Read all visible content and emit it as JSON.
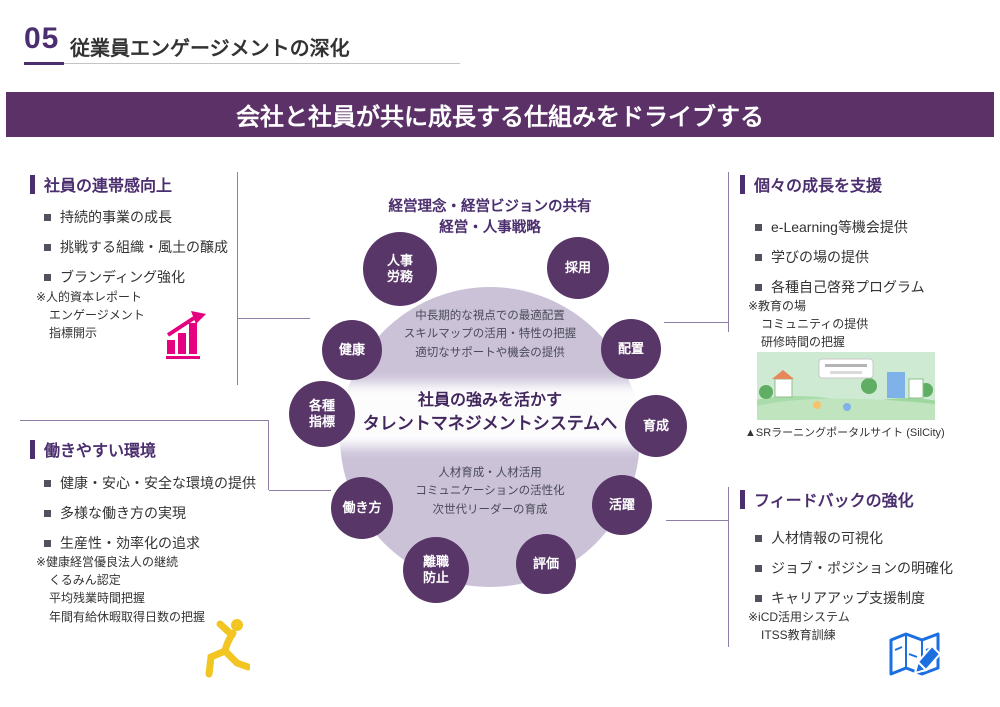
{
  "colors": {
    "accent_purple": "#4B2E6E",
    "banner_purple": "#5B3168",
    "node_purple": "#583668",
    "circle_fill": "#CBC2D8",
    "chart_pink": "#E4007F",
    "figure_yellow": "#F2C522",
    "icon_blue": "#1B6FE0"
  },
  "header": {
    "slide_number": "05",
    "title": "従業員エンゲージメントの深化"
  },
  "banner": {
    "text": "会社と社員が共に成長する仕組みをドライブする"
  },
  "sections": {
    "solidarity": {
      "heading": "社員の連帯感向上",
      "items": [
        "持続的事業の成長",
        "挑戦する組織・風土の醸成",
        "ブランディング強化"
      ],
      "notes": [
        "※人的資本レポート",
        "エンゲージメント",
        "指標開示"
      ]
    },
    "environment": {
      "heading": "働きやすい環境",
      "items": [
        "健康・安心・安全な環境の提供",
        "多様な働き方の実現",
        "生産性・効率化の追求"
      ],
      "notes": [
        "※健康経営優良法人の継続",
        "くるみん認定",
        "平均残業時間把握",
        "年間有給休暇取得日数の把握"
      ]
    },
    "growth": {
      "heading": "個々の成長を支援",
      "items": [
        "e-Learning等機会提供",
        "学びの場の提供",
        "各種自己啓発プログラム"
      ],
      "notes": [
        "※教育の場",
        "コミュニティの提供",
        "研修時間の把握"
      ],
      "caption": "▲SRラーニングポータルサイト (SilCity)"
    },
    "feedback": {
      "heading": "フィードバックの強化",
      "items": [
        "人材情報の可視化",
        "ジョブ・ポジションの明確化",
        "キャリアアップ支援制度"
      ],
      "notes": [
        "※iCD活用システム",
        "ITSS教育訓練"
      ]
    }
  },
  "diagram": {
    "top_label": [
      "経営理念・経営ビジョンの共有",
      "経営・人事戦略"
    ],
    "upper_text": [
      "中長期的な視点での最適配置",
      "スキルマップの活用・特性の把握",
      "適切なサポートや機会の提供"
    ],
    "center_text": [
      "社員の強みを活かす",
      "タレントマネジメントシステムへ"
    ],
    "lower_text": [
      "人材育成・人材活用",
      "コミュニケーションの活性化",
      "次世代リーダーの育成"
    ],
    "nodes": [
      "人事\n労務",
      "採用",
      "健康",
      "配置",
      "各種\n指標",
      "育成",
      "働き方",
      "活躍",
      "離職\n防止",
      "評価"
    ]
  }
}
